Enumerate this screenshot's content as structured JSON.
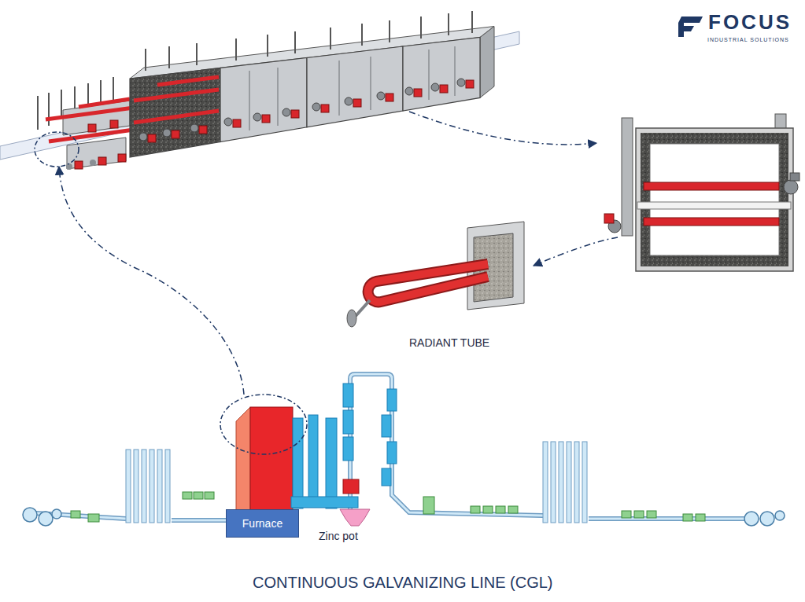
{
  "diagram": {
    "caption": "CONTINUOUS GALVANIZING LINE (CGL)",
    "nodes": [
      {
        "text": [
          "Furnace"
        ]
      }
    ],
    "labels": [
      "FOCUS",
      "INDUSTRIAL SOLUTIONS",
      "RADIANT TUBE",
      "Zinc pot"
    ]
  }
}
